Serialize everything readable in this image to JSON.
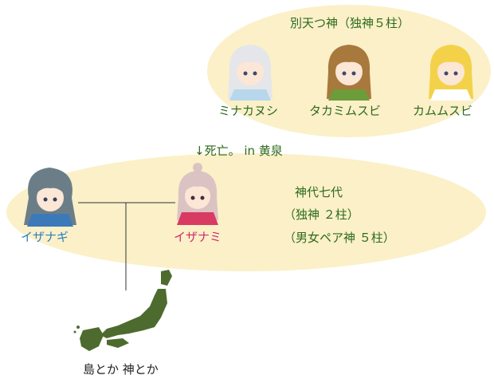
{
  "upper_group": {
    "heading": "別天つ神（独神５柱）",
    "gods": [
      {
        "name": "ミナカヌシ",
        "hair": "#e4e6ea",
        "robe": "#b7d7ec"
      },
      {
        "name": "タカミムスビ",
        "hair": "#a8793c",
        "robe": "#6d9c3a"
      },
      {
        "name": "カムムスビ",
        "hair": "#f3d24a",
        "robe": "#ffffff"
      }
    ]
  },
  "death_note": "↓死亡。 in 黄泉",
  "lower_group": {
    "izanagi": {
      "name": "イザナギ",
      "hair": "#6b7e88",
      "robe": "#3c79b8"
    },
    "izanami": {
      "name": "イザナミ",
      "hair": "#dcc3c3",
      "robe": "#d93a62"
    },
    "kamiyo_title": "神代七代",
    "kamiyo_line1": "（独神 ２柱）",
    "kamiyo_line2": "（男女ペア神 ５柱）"
  },
  "offspring_label": "島とか 神とか",
  "colors": {
    "ellipse": "#fbf0c8",
    "japan": "#4e6b2f",
    "line": "#333333"
  }
}
